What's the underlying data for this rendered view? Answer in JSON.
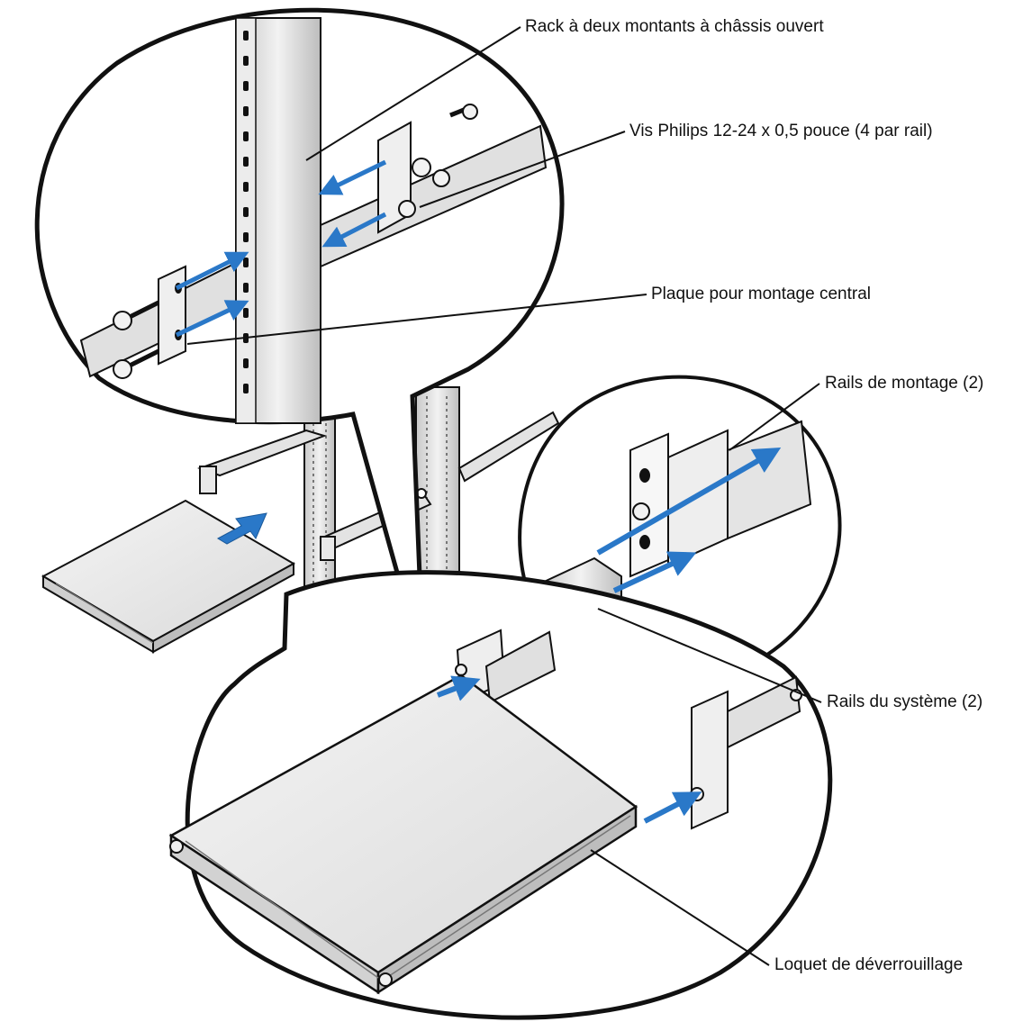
{
  "callouts": {
    "rack": "Rack à deux montants à châssis ouvert",
    "screws": "Vis Philips 12-24 x 0,5 pouce (4 par rail)",
    "center_plate": "Plaque pour montage central",
    "mounting_rails": "Rails de montage (2)",
    "system_rails": "Rails du système (2)",
    "release_latch": "Loquet de déverrouillage"
  },
  "colors": {
    "arrow": "#2a78c8",
    "line": "#111111",
    "metal": "#d9d9d9",
    "metal_dark": "#a9a9a9",
    "background": "#ffffff"
  }
}
